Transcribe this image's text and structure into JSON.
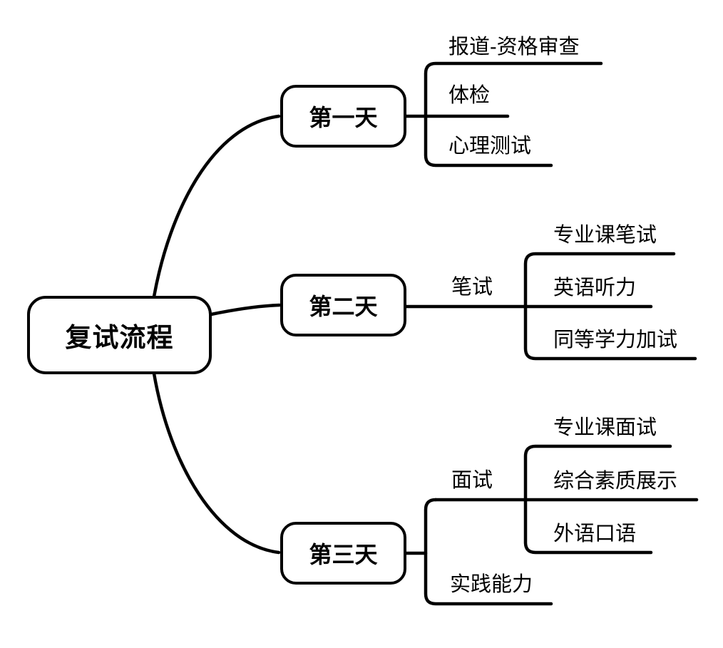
{
  "mindmap": {
    "root": {
      "label": "复试流程"
    },
    "branches": [
      {
        "label": "第一天",
        "children": [
          {
            "label": "报道-资格审查"
          },
          {
            "label": "体检"
          },
          {
            "label": "心理测试"
          }
        ]
      },
      {
        "label": "第二天",
        "children": [
          {
            "label": "笔试",
            "children": [
              {
                "label": "专业课笔试"
              },
              {
                "label": "英语听力"
              },
              {
                "label": "同等学力加试"
              }
            ]
          }
        ]
      },
      {
        "label": "第三天",
        "children": [
          {
            "label": "面试",
            "children": [
              {
                "label": "专业课面试"
              },
              {
                "label": "综合素质展示"
              },
              {
                "label": "外语口语"
              }
            ]
          },
          {
            "label": "实践能力"
          }
        ]
      }
    ],
    "colors": {
      "stroke": "#000000",
      "background": "#ffffff",
      "text": "#000000"
    }
  }
}
